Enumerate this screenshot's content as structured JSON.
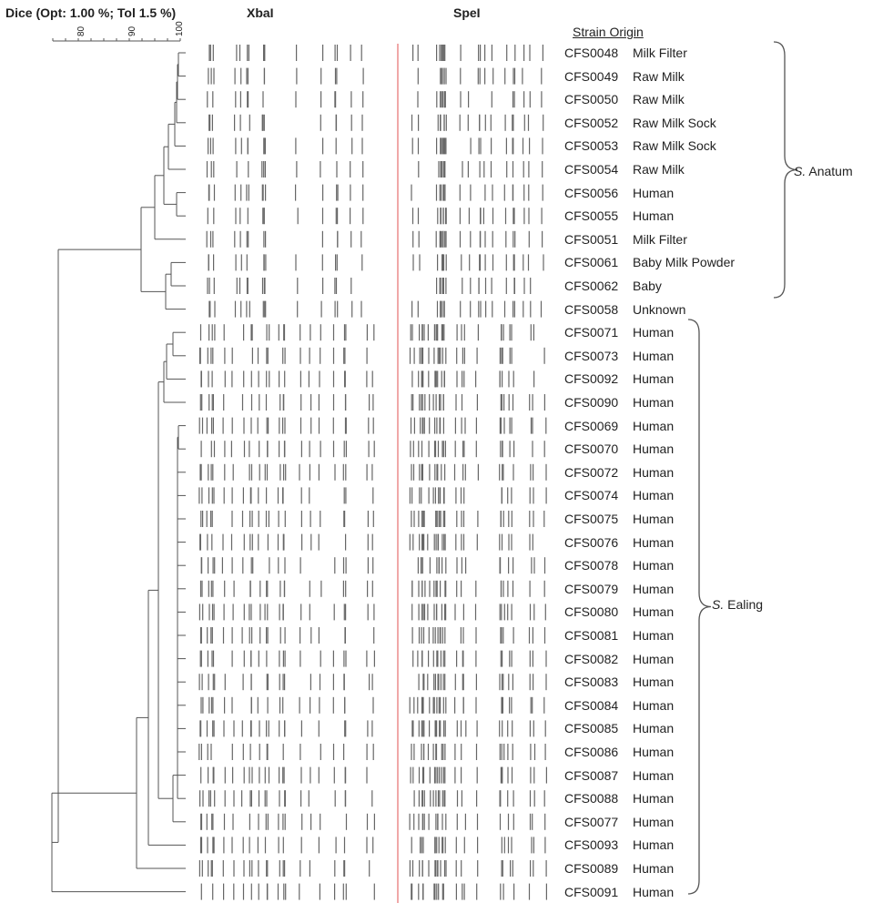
{
  "header": {
    "scale_title": "Dice (Opt: 1.00 %; Tol 1.5 %)",
    "enzyme_left": "XbaI",
    "enzyme_right": "SpeI",
    "column_header": "Strain Origin"
  },
  "scale": {
    "ticks": [
      "80",
      "90",
      "100"
    ]
  },
  "groups": [
    {
      "label_italic": "S.",
      "label_rest": " Anatum"
    },
    {
      "label_italic": "S.",
      "label_rest": " Ealing"
    }
  ],
  "strains": [
    {
      "id": "CFS0048",
      "origin": "Milk Filter"
    },
    {
      "id": "CFS0049",
      "origin": "Raw Milk"
    },
    {
      "id": "CFS0050",
      "origin": "Raw Milk"
    },
    {
      "id": "CFS0052",
      "origin": "Raw Milk Sock"
    },
    {
      "id": "CFS0053",
      "origin": "Raw Milk Sock"
    },
    {
      "id": "CFS0054",
      "origin": "Raw Milk"
    },
    {
      "id": "CFS0056",
      "origin": "Human"
    },
    {
      "id": "CFS0055",
      "origin": "Human"
    },
    {
      "id": "CFS0051",
      "origin": "Milk Filter"
    },
    {
      "id": "CFS0061",
      "origin": "Baby Milk Powder"
    },
    {
      "id": "CFS0062",
      "origin": "Baby"
    },
    {
      "id": "CFS0058",
      "origin": "Unknown"
    },
    {
      "id": "CFS0071",
      "origin": "Human"
    },
    {
      "id": "CFS0073",
      "origin": "Human"
    },
    {
      "id": "CFS0092",
      "origin": "Human"
    },
    {
      "id": "CFS0090",
      "origin": "Human"
    },
    {
      "id": "CFS0069",
      "origin": "Human"
    },
    {
      "id": "CFS0070",
      "origin": "Human"
    },
    {
      "id": "CFS0072",
      "origin": "Human"
    },
    {
      "id": "CFS0074",
      "origin": "Human"
    },
    {
      "id": "CFS0075",
      "origin": "Human"
    },
    {
      "id": "CFS0076",
      "origin": "Human"
    },
    {
      "id": "CFS0078",
      "origin": "Human"
    },
    {
      "id": "CFS0079",
      "origin": "Human"
    },
    {
      "id": "CFS0080",
      "origin": "Human"
    },
    {
      "id": "CFS0081",
      "origin": "Human"
    },
    {
      "id": "CFS0082",
      "origin": "Human"
    },
    {
      "id": "CFS0083",
      "origin": "Human"
    },
    {
      "id": "CFS0084",
      "origin": "Human"
    },
    {
      "id": "CFS0085",
      "origin": "Human"
    },
    {
      "id": "CFS0086",
      "origin": "Human"
    },
    {
      "id": "CFS0087",
      "origin": "Human"
    },
    {
      "id": "CFS0088",
      "origin": "Human"
    },
    {
      "id": "CFS0077",
      "origin": "Human"
    },
    {
      "id": "CFS0093",
      "origin": "Human"
    },
    {
      "id": "CFS0089",
      "origin": "Human"
    },
    {
      "id": "CFS0091",
      "origin": "Human"
    }
  ],
  "colors": {
    "ink": "#555555",
    "divider": "#e87a7a"
  }
}
